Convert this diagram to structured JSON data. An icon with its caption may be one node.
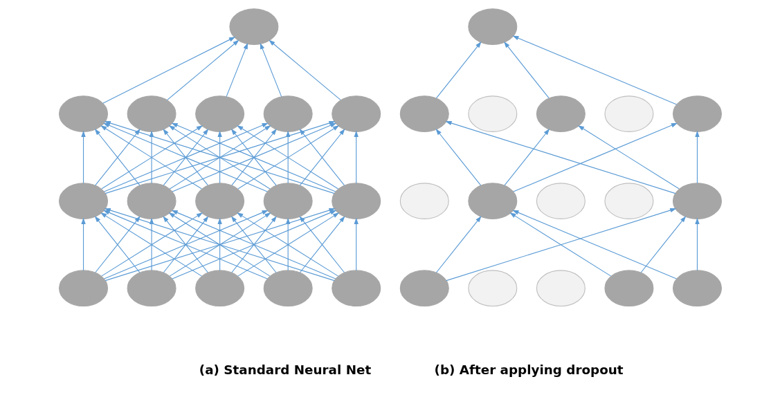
{
  "diagram": {
    "nodes": [
      {
        "text": [],
        "shape": "circle"
      },
      {
        "text": [],
        "shape": "circle"
      },
      {
        "text": [],
        "shape": "circle"
      },
      {
        "text": [],
        "shape": "circle"
      },
      {
        "text": [],
        "shape": "circle"
      },
      {
        "text": [],
        "shape": "circle"
      },
      {
        "text": [],
        "shape": "circle"
      },
      {
        "text": [],
        "shape": "circle"
      },
      {
        "text": [],
        "shape": "circle"
      },
      {
        "text": [],
        "shape": "circle"
      },
      {
        "text": [],
        "shape": "circle"
      },
      {
        "text": [],
        "shape": "circle"
      },
      {
        "text": [],
        "shape": "circle"
      },
      {
        "text": [],
        "shape": "circle"
      },
      {
        "text": [],
        "shape": "circle"
      },
      {
        "text": [],
        "shape": "circle"
      },
      {
        "text": [],
        "shape": "circle"
      },
      {
        "text": [],
        "shape": "circle"
      },
      {
        "text": [],
        "shape": "circle"
      },
      {
        "text": [],
        "shape": "circle"
      },
      {
        "text": [],
        "shape": "circle"
      },
      {
        "text": [],
        "shape": "circle"
      },
      {
        "text": [],
        "shape": "circle"
      },
      {
        "text": [],
        "shape": "circle"
      },
      {
        "text": [],
        "shape": "circle"
      },
      {
        "text": [],
        "shape": "circle"
      },
      {
        "text": [],
        "shape": "circle"
      },
      {
        "text": [],
        "shape": "circle"
      },
      {
        "text": [],
        "shape": "circle"
      },
      {
        "text": [],
        "shape": "circle"
      },
      {
        "text": [],
        "shape": "circle"
      },
      {
        "text": [],
        "shape": "circle"
      }
    ],
    "edges": [
      {
        "from": 11,
        "to": 6,
        "arrow": "to"
      },
      {
        "from": 11,
        "to": 7,
        "arrow": "to"
      },
      {
        "from": 11,
        "to": 8,
        "arrow": "to"
      },
      {
        "from": 11,
        "to": 9,
        "arrow": "to"
      },
      {
        "from": 11,
        "to": 10,
        "arrow": "to"
      },
      {
        "from": 12,
        "to": 6,
        "arrow": "to"
      },
      {
        "from": 12,
        "to": 7,
        "arrow": "to"
      },
      {
        "from": 12,
        "to": 8,
        "arrow": "to"
      },
      {
        "from": 12,
        "to": 9,
        "arrow": "to"
      },
      {
        "from": 12,
        "to": 10,
        "arrow": "to"
      },
      {
        "from": 13,
        "to": 6,
        "arrow": "to"
      },
      {
        "from": 13,
        "to": 7,
        "arrow": "to"
      },
      {
        "from": 13,
        "to": 8,
        "arrow": "to"
      },
      {
        "from": 13,
        "to": 9,
        "arrow": "to"
      },
      {
        "from": 13,
        "to": 10,
        "arrow": "to"
      },
      {
        "from": 14,
        "to": 6,
        "arrow": "to"
      },
      {
        "from": 14,
        "to": 7,
        "arrow": "to"
      },
      {
        "from": 14,
        "to": 8,
        "arrow": "to"
      },
      {
        "from": 14,
        "to": 9,
        "arrow": "to"
      },
      {
        "from": 14,
        "to": 10,
        "arrow": "to"
      },
      {
        "from": 15,
        "to": 6,
        "arrow": "to"
      },
      {
        "from": 15,
        "to": 7,
        "arrow": "to"
      },
      {
        "from": 15,
        "to": 8,
        "arrow": "to"
      },
      {
        "from": 15,
        "to": 9,
        "arrow": "to"
      },
      {
        "from": 15,
        "to": 10,
        "arrow": "to"
      },
      {
        "from": 6,
        "to": 1,
        "arrow": "to"
      },
      {
        "from": 6,
        "to": 2,
        "arrow": "to"
      },
      {
        "from": 6,
        "to": 3,
        "arrow": "to"
      },
      {
        "from": 6,
        "to": 4,
        "arrow": "to"
      },
      {
        "from": 6,
        "to": 5,
        "arrow": "to"
      },
      {
        "from": 7,
        "to": 1,
        "arrow": "to"
      },
      {
        "from": 7,
        "to": 2,
        "arrow": "to"
      },
      {
        "from": 7,
        "to": 3,
        "arrow": "to"
      },
      {
        "from": 7,
        "to": 4,
        "arrow": "to"
      },
      {
        "from": 7,
        "to": 5,
        "arrow": "to"
      },
      {
        "from": 8,
        "to": 1,
        "arrow": "to"
      },
      {
        "from": 8,
        "to": 2,
        "arrow": "to"
      },
      {
        "from": 8,
        "to": 3,
        "arrow": "to"
      },
      {
        "from": 8,
        "to": 4,
        "arrow": "to"
      },
      {
        "from": 8,
        "to": 5,
        "arrow": "to"
      },
      {
        "from": 9,
        "to": 1,
        "arrow": "to"
      },
      {
        "from": 9,
        "to": 2,
        "arrow": "to"
      },
      {
        "from": 9,
        "to": 3,
        "arrow": "to"
      },
      {
        "from": 9,
        "to": 4,
        "arrow": "to"
      },
      {
        "from": 9,
        "to": 5,
        "arrow": "to"
      },
      {
        "from": 10,
        "to": 1,
        "arrow": "to"
      },
      {
        "from": 10,
        "to": 2,
        "arrow": "to"
      },
      {
        "from": 10,
        "to": 3,
        "arrow": "to"
      },
      {
        "from": 10,
        "to": 4,
        "arrow": "to"
      },
      {
        "from": 10,
        "to": 5,
        "arrow": "to"
      },
      {
        "from": 1,
        "to": 0,
        "arrow": "to"
      },
      {
        "from": 2,
        "to": 0,
        "arrow": "to"
      },
      {
        "from": 3,
        "to": 0,
        "arrow": "to"
      },
      {
        "from": 4,
        "to": 0,
        "arrow": "to"
      },
      {
        "from": 5,
        "to": 0,
        "arrow": "to"
      },
      {
        "from": 27,
        "to": 23,
        "arrow": "to"
      },
      {
        "from": 27,
        "to": 26,
        "arrow": "to"
      },
      {
        "from": 30,
        "to": 23,
        "arrow": "to"
      },
      {
        "from": 30,
        "to": 26,
        "arrow": "to"
      },
      {
        "from": 31,
        "to": 23,
        "arrow": "to"
      },
      {
        "from": 31,
        "to": 26,
        "arrow": "to"
      },
      {
        "from": 23,
        "to": 17,
        "arrow": "to"
      },
      {
        "from": 23,
        "to": 19,
        "arrow": "to"
      },
      {
        "from": 23,
        "to": 21,
        "arrow": "to"
      },
      {
        "from": 26,
        "to": 17,
        "arrow": "to"
      },
      {
        "from": 26,
        "to": 19,
        "arrow": "to"
      },
      {
        "from": 26,
        "to": 21,
        "arrow": "to"
      },
      {
        "from": 17,
        "to": 16,
        "arrow": "to"
      },
      {
        "from": 19,
        "to": 16,
        "arrow": "to"
      },
      {
        "from": 21,
        "to": 16,
        "arrow": "to"
      }
    ],
    "labels": [
      "(a) Standard Neural Net",
      "(b) After applying dropout"
    ]
  }
}
